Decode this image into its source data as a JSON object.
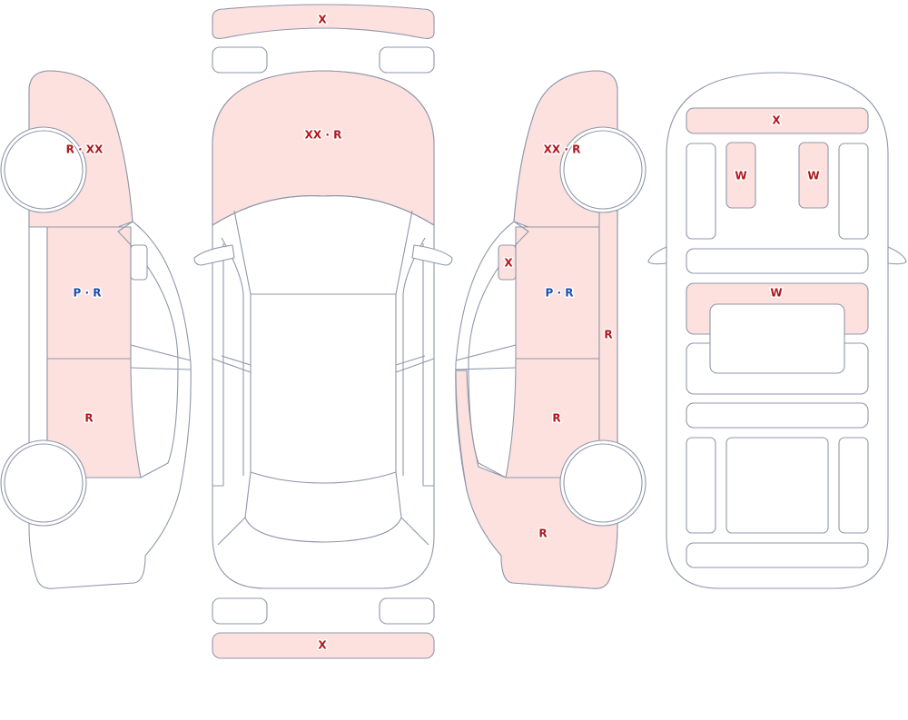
{
  "colors": {
    "damage_fill": "#fde1df",
    "outline": "#8f97ab",
    "code_red": "#b0161e",
    "code_blue": "#1b4fb0"
  },
  "labels": {
    "front_bumper": "X",
    "bonnet": "XX · R",
    "rear_bumper": "X",
    "left_front_wing": "R · XX",
    "left_front_door": "P · R",
    "left_rear_door": "R",
    "right_front_wing": "XX · R",
    "right_mirror": "X",
    "right_front_door": "P · R",
    "right_sill": "R",
    "right_rear_door": "R",
    "right_rear_quarter": "R",
    "interior_dashboard": "X",
    "interior_seat_left": "W",
    "interior_seat_right": "W",
    "interior_rear_panel": "W"
  }
}
